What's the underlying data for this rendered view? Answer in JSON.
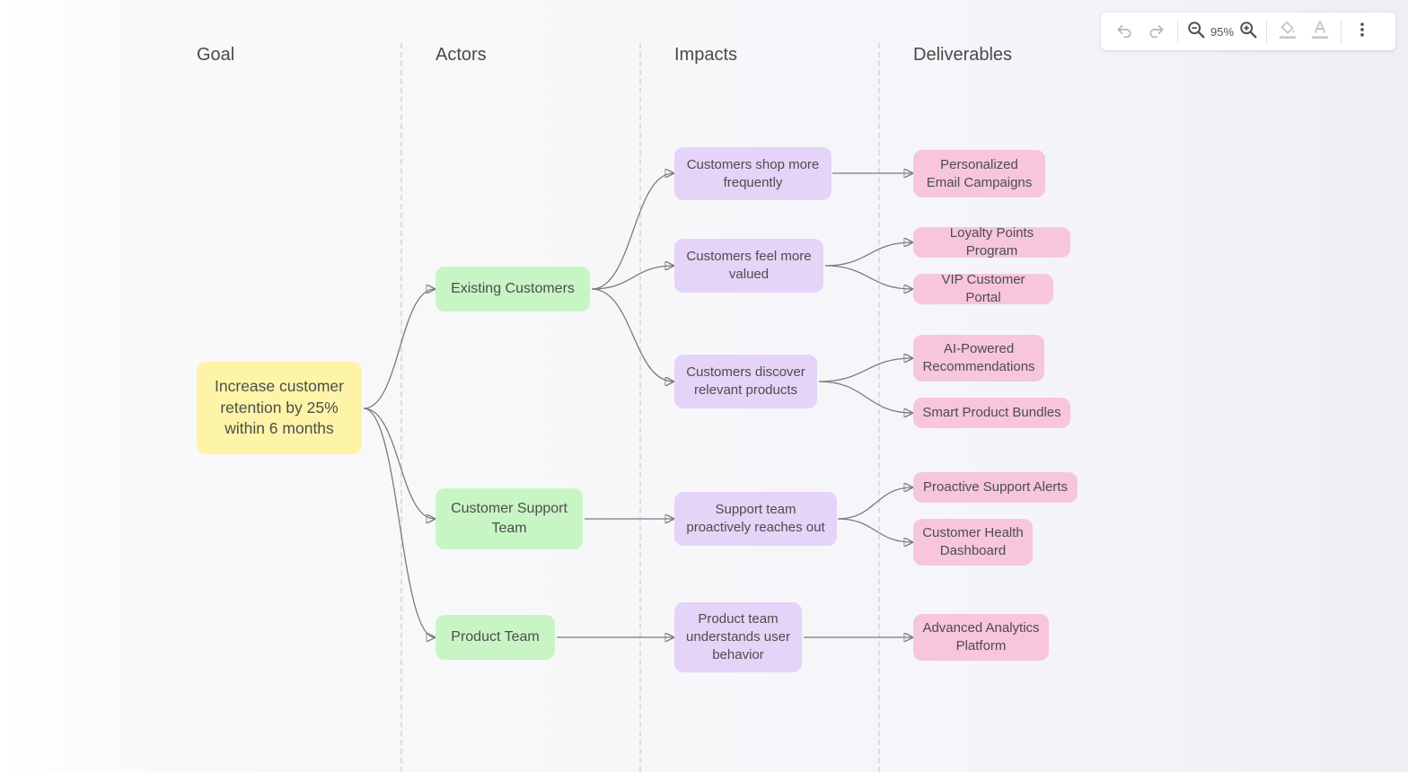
{
  "columns": [
    "Goal",
    "Actors",
    "Impacts",
    "Deliverables"
  ],
  "toolbar": {
    "zoom_level": "95%",
    "icons": [
      "undo-icon",
      "redo-icon",
      "zoom-out-icon",
      "zoom-in-icon",
      "fill-color-icon",
      "text-color-icon",
      "more-options-icon"
    ]
  },
  "goal": {
    "text": "Increase customer retention by 25% within 6 months"
  },
  "actors": [
    "Existing Customers",
    "Customer Support Team",
    "Product Team"
  ],
  "impacts": [
    "Customers shop more frequently",
    "Customers feel more valued",
    "Customers discover relevant products",
    "Support team proactively reaches out",
    "Product team understands user behavior"
  ],
  "deliverables": [
    "Personalized Email Campaigns",
    "Loyalty Points Program",
    "VIP Customer Portal",
    "AI-Powered Recommendations",
    "Smart Product Bundles",
    "Proactive Support Alerts",
    "Customer Health Dashboard",
    "Advanced Analytics Platform"
  ],
  "colors": {
    "goal": "#fdf4a7",
    "actor": "#c8f5c4",
    "impact": "#e4d4f7",
    "deliverable": "#f7c6da",
    "edge": "#7a7a7a"
  }
}
